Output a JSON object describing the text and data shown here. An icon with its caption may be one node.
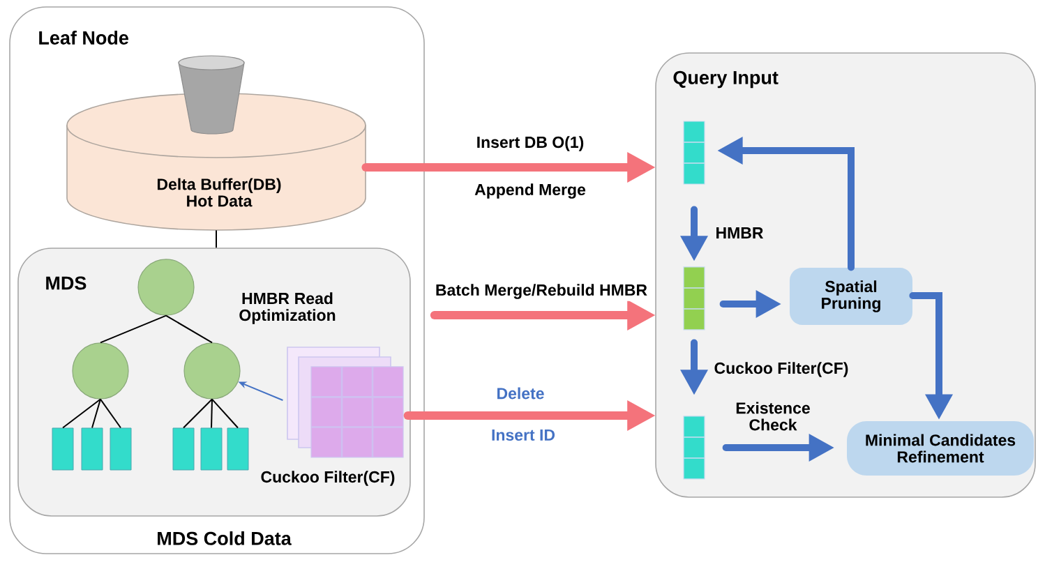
{
  "diagram": {
    "nodes": [
      {
        "text": [
          "Leaf Node",
          "MDS Cold Data"
        ]
      },
      {
        "text": [
          "Delta Buffer(DB) Hot Data"
        ],
        "in": 0
      },
      {
        "text": [
          "MDS"
        ],
        "in": 0
      },
      {
        "text": [],
        "shape": "circle",
        "in": 2
      },
      {
        "text": [],
        "shape": "circle",
        "in": 2
      },
      {
        "text": [],
        "shape": "circle",
        "in": 2
      },
      {
        "text": [],
        "shape": "box",
        "in": 2
      },
      {
        "text": [],
        "shape": "box",
        "in": 2
      },
      {
        "text": [],
        "shape": "box",
        "in": 2
      },
      {
        "text": [],
        "shape": "box",
        "in": 2
      },
      {
        "text": [],
        "shape": "box",
        "in": 2
      },
      {
        "text": [],
        "shape": "box",
        "in": 2
      },
      {
        "text": [
          "Cuckoo Filter(CF)"
        ],
        "in": 2
      },
      {
        "text": [
          "Query Input"
        ]
      },
      {
        "text": [],
        "shape": "box",
        "in": 13
      },
      {
        "text": [],
        "shape": "box",
        "in": 13
      },
      {
        "text": [
          "Spatial Pruning"
        ],
        "in": 13
      },
      {
        "text": [],
        "shape": "box",
        "in": 13
      },
      {
        "text": [
          "Minimal Candidates Refinement"
        ],
        "in": 13
      }
    ],
    "edges": [
      {
        "from": 1,
        "to": 2,
        "arrow": "none"
      },
      {
        "from": 3,
        "to": 4,
        "arrow": "none"
      },
      {
        "from": 3,
        "to": 5,
        "arrow": "none"
      },
      {
        "from": 4,
        "to": 6,
        "arrow": "none"
      },
      {
        "from": 4,
        "to": 7,
        "arrow": "none"
      },
      {
        "from": 4,
        "to": 8,
        "arrow": "none"
      },
      {
        "from": 5,
        "to": 9,
        "arrow": "none"
      },
      {
        "from": 5,
        "to": 10,
        "arrow": "none"
      },
      {
        "from": 5,
        "to": 11,
        "arrow": "none"
      },
      {
        "from": 12,
        "to": 5,
        "arrow": "to",
        "color": "#4472c4"
      },
      {
        "from": 1,
        "to": 13,
        "arrow": "to",
        "label": "Insert DB O(1)",
        "style": "thick",
        "color": "#f4737b"
      },
      {
        "from": 2,
        "to": 13,
        "arrow": "to",
        "label": "Batch Merge/Rebuild HMBR",
        "style": "thick",
        "color": "#f4737b"
      },
      {
        "from": 12,
        "to": 13,
        "arrow": "to",
        "label": "Delete",
        "style": "thick",
        "color": "#f4737b"
      },
      {
        "from": 14,
        "to": 15,
        "arrow": "to",
        "label": "HMBR",
        "style": "thick",
        "color": "#4472c4"
      },
      {
        "from": 15,
        "to": 16,
        "arrow": "to",
        "style": "thick",
        "color": "#4472c4"
      },
      {
        "from": 16,
        "to": 14,
        "arrow": "to",
        "style": "thick",
        "color": "#4472c4"
      },
      {
        "from": 15,
        "to": 17,
        "arrow": "to",
        "label": "Cuckoo Filter(CF)",
        "style": "thick",
        "color": "#4472c4"
      },
      {
        "from": 17,
        "to": 18,
        "arrow": "to",
        "label": "Existence Check",
        "style": "thick",
        "color": "#4472c4"
      },
      {
        "from": 16,
        "to": 18,
        "arrow": "to",
        "style": "thick",
        "color": "#4472c4"
      }
    ],
    "labels": [
      "Append Merge",
      "HMBR Read Optimization",
      "Insert ID"
    ]
  }
}
